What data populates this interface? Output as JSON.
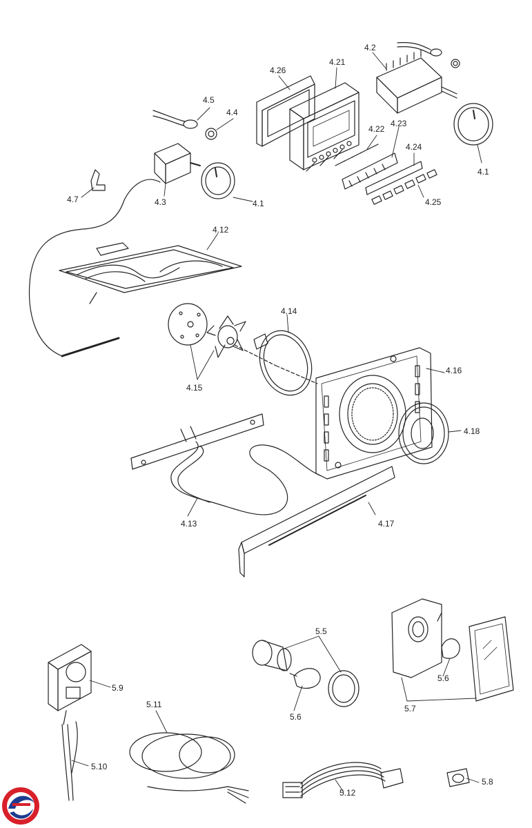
{
  "labels": {
    "p4_26": "4.26",
    "p4_21": "4.21",
    "p4_2": "4.2",
    "p4_5": "4.5",
    "p4_4": "4.4",
    "p4_22": "4.22",
    "p4_23": "4.23",
    "p4_24": "4.24",
    "p4_25": "4.25",
    "p4_1a": "4.1",
    "p4_1b": "4.1",
    "p4_7": "4.7",
    "p4_3": "4.3",
    "p4_12": "4.12",
    "p4_14": "4.14",
    "p4_15": "4.15",
    "p4_16": "4.16",
    "p4_18": "4.18",
    "p4_13": "4.13",
    "p4_17": "4.17",
    "p5_5": "5.5",
    "p5_9": "5.9",
    "p5_11": "5.11",
    "p5_6a": "5.6",
    "p5_6b": "5.6",
    "p5_7": "5.7",
    "p5_10": "5.10",
    "p5_12": "5.12",
    "p5_8": "5.8"
  },
  "colors": {
    "line": "#222222",
    "logo_red": "#d8202a",
    "logo_blue": "#1d3c8f"
  }
}
